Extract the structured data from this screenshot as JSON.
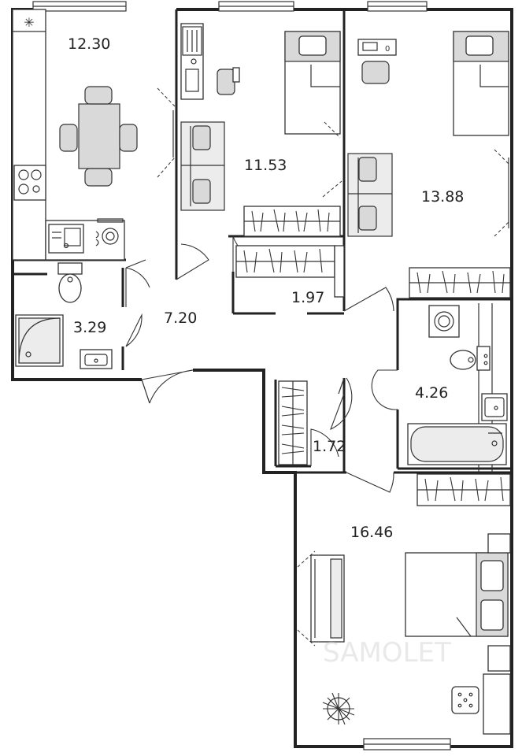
{
  "rooms": {
    "kitchen": {
      "area": "12.30"
    },
    "bedroom_1": {
      "area": "11.53"
    },
    "bedroom_2": {
      "area": "13.88"
    },
    "closet_1": {
      "area": "1.97"
    },
    "hall": {
      "area": "7.20"
    },
    "bathroom": {
      "area": "3.29"
    },
    "wc_laundry": {
      "area": "4.26"
    },
    "closet_2": {
      "area": "1.72"
    },
    "living_room": {
      "area": "16.46"
    }
  },
  "watermark": {
    "text": "SAMOLET"
  },
  "colors": {
    "walls": "#222222",
    "furniture_fill": "#d9d9d9",
    "background": "#ffffff"
  }
}
